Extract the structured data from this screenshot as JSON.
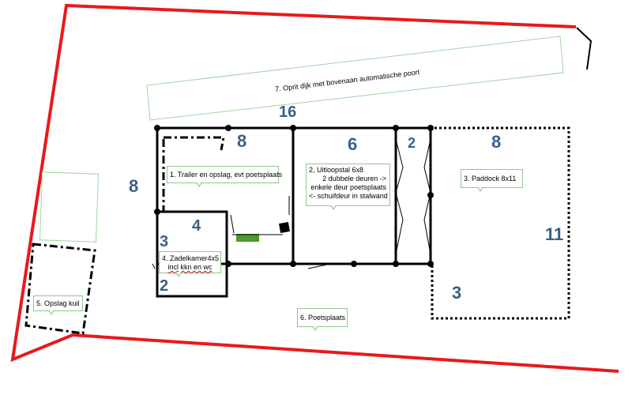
{
  "diagram": {
    "driveway_label": "7. Oprit dijk met bovenaan automatische poort",
    "dimensions": {
      "driveway": "16",
      "trailer_top": "8",
      "trailer_left": "8",
      "stable_top": "6",
      "gate_top": "2",
      "paddock_top": "8",
      "paddock_right": "11",
      "paddock_bottom": "3",
      "saddle_top": "4",
      "saddle_left_top": "3",
      "saddle_left_bottom": "2"
    },
    "callouts": {
      "trailer": "1. Trailer en opslag, evt poetsplaats",
      "stable": [
        "2, Uitloopstal 6x8",
        "2 dubbele deuren ->",
        "enkele deur poetsplaats",
        "<- schuifdeur in stalwand"
      ],
      "paddock": "3. Paddock 8x11",
      "saddle": [
        "4. Zadelkamer4x5",
        "incl kkn en wc"
      ],
      "storage": "5. Opslag kuil",
      "cleaning": "6. Poetsplaats"
    },
    "colors": {
      "boundary": "#e8191c",
      "walls": "#000000",
      "callout_border": "#8fc88f",
      "dimension_text": "#3a5f8a",
      "green_block": "#4e9a2f"
    }
  }
}
